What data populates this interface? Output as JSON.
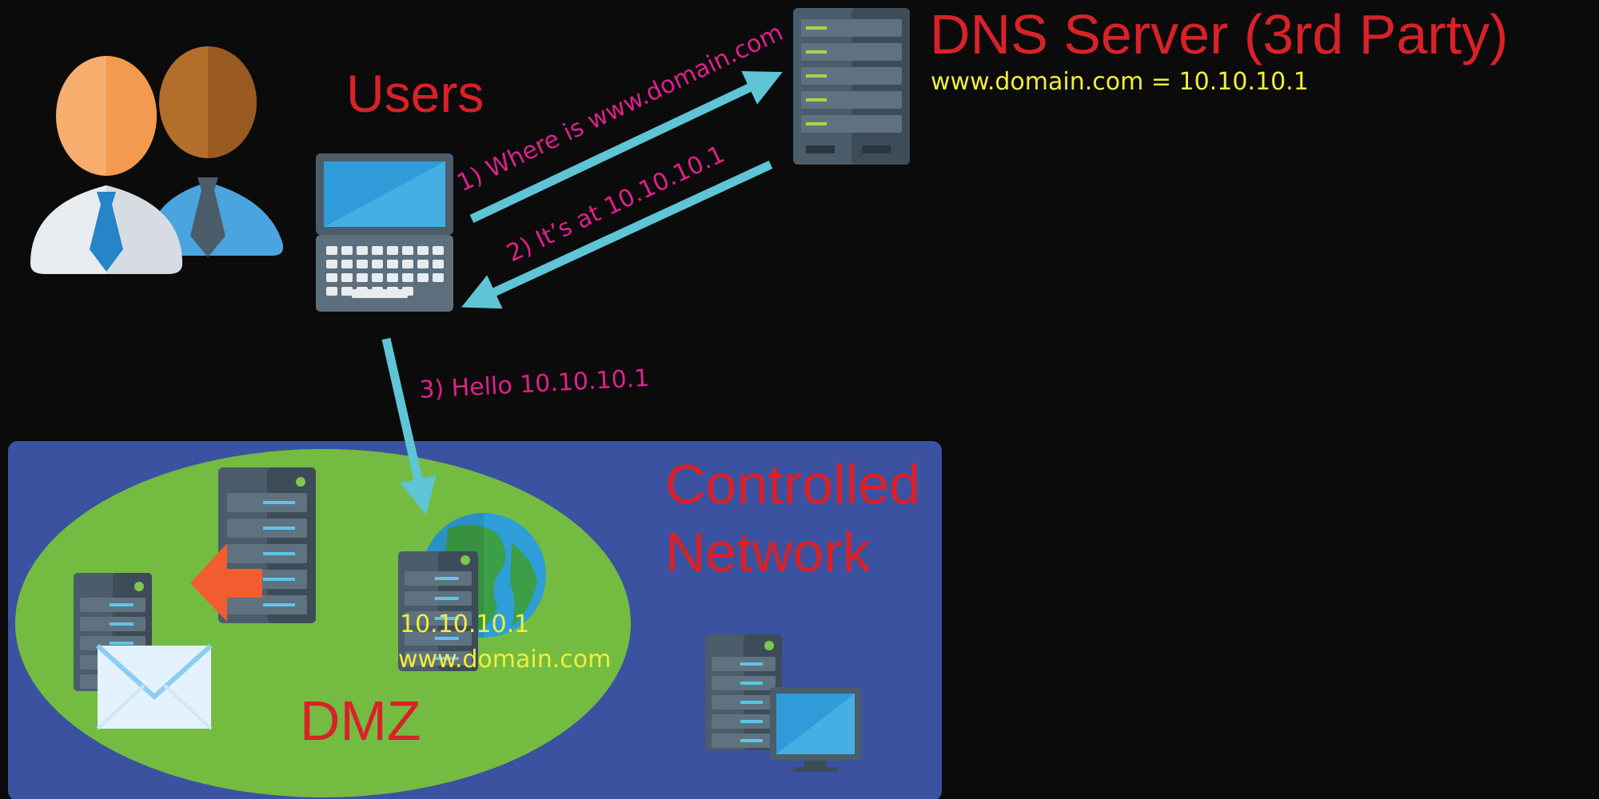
{
  "labels": {
    "users": "Users",
    "dns_server": "DNS Server (3rd Party)",
    "dns_record": "www.domain.com = 10.10.10.1",
    "controlled_network_line1": "Controlled",
    "controlled_network_line2": "Network",
    "dmz": "DMZ",
    "web_server_ip": "10.10.10.1",
    "web_server_domain": "www.domain.com"
  },
  "steps": [
    {
      "text": "1) Where is www.domain.com"
    },
    {
      "text": "2) It’s at 10.10.10.1"
    },
    {
      "text": "3) Hello 10.10.10.1"
    }
  ],
  "icons": [
    "users-icon",
    "laptop-icon",
    "dns-server-icon",
    "server-icon",
    "mail-icon",
    "globe-icon",
    "desktop-monitor-icon",
    "arrow-left-icon"
  ],
  "colors": {
    "background": "#0b0b0b",
    "controlled_network": "#3a52a0",
    "dmz": "#74bb42",
    "arrow": "#5ec5d6",
    "title_red": "#d92128",
    "step_magenta": "#e0208c",
    "ip_yellow": "#f2ee3a",
    "server_body": "#4b5c6a",
    "server_dark": "#34424e"
  }
}
